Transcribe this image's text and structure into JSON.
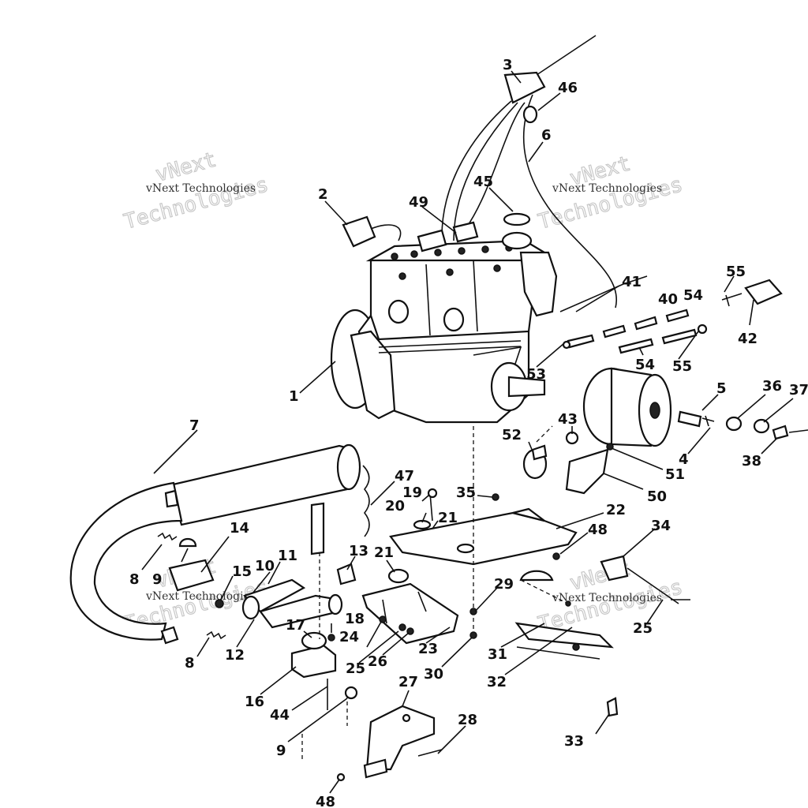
{
  "watermark": {
    "line1": "vNext Technologies",
    "line2": "vNext",
    "line3": "Technologies"
  },
  "callouts": [
    "1",
    "2",
    "3",
    "4",
    "5",
    "6",
    "7",
    "8",
    "8",
    "9",
    "9",
    "10",
    "11",
    "12",
    "13",
    "14",
    "15",
    "16",
    "17",
    "18",
    "19",
    "20",
    "21",
    "21",
    "22",
    "23",
    "24",
    "25",
    "25",
    "26",
    "27",
    "28",
    "29",
    "30",
    "31",
    "32",
    "33",
    "34",
    "35",
    "36",
    "37",
    "38",
    "40",
    "41",
    "42",
    "43",
    "44",
    "45",
    "46",
    "47",
    "48",
    "48",
    "49",
    "50",
    "51",
    "52",
    "53",
    "54",
    "54",
    "55",
    "55"
  ]
}
